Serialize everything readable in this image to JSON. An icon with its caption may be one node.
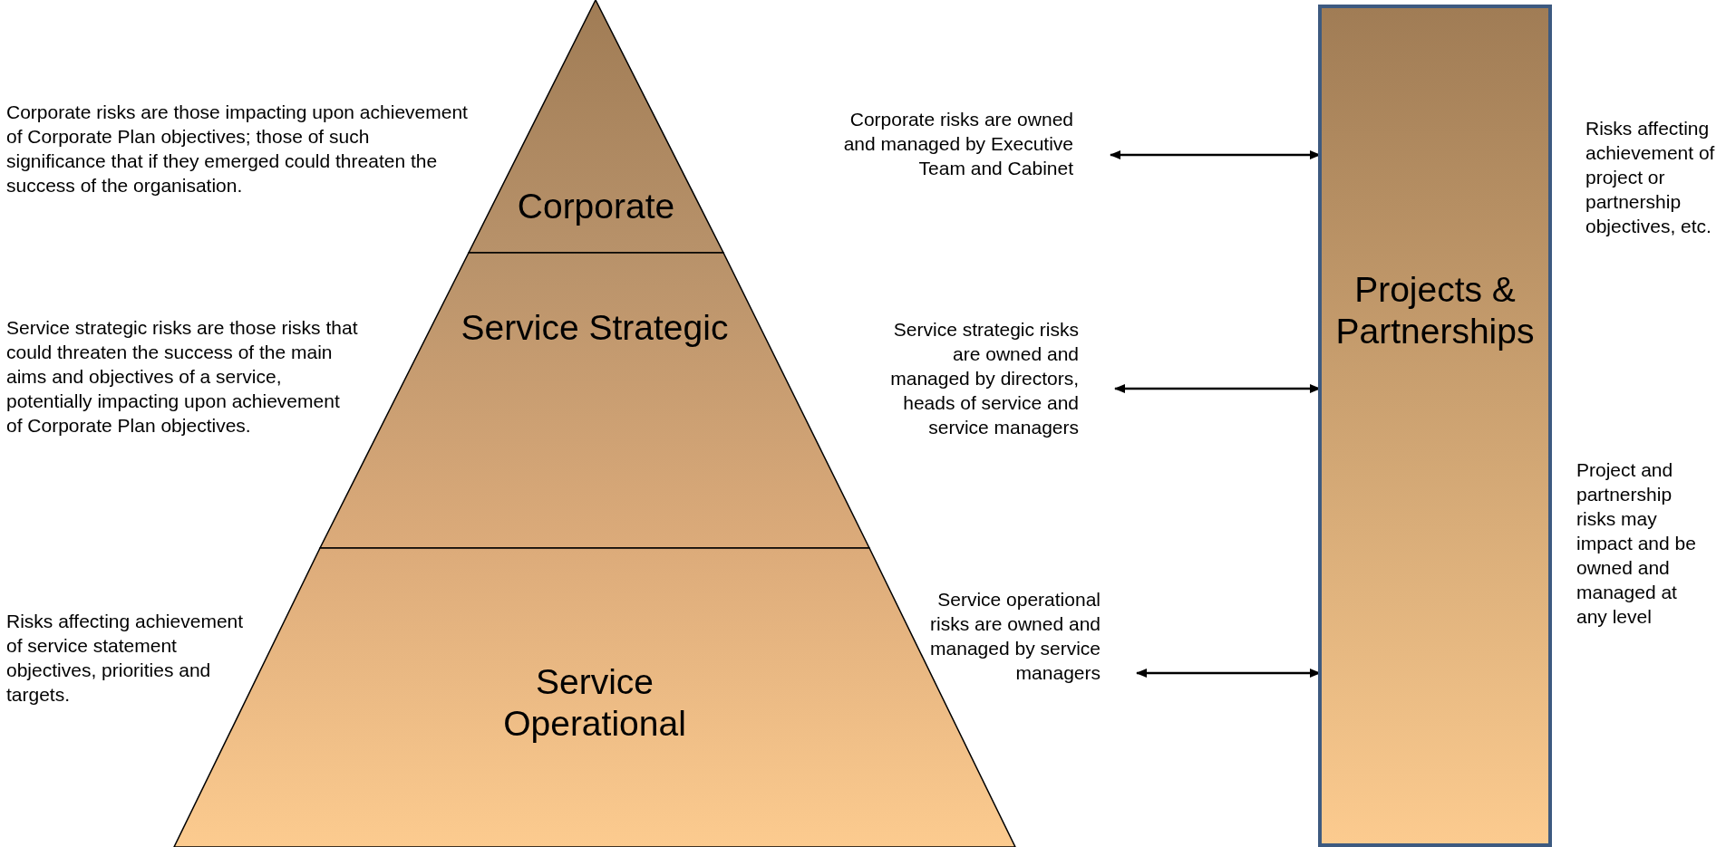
{
  "diagram": {
    "nodes": [
      {
        "text": [
          "Corporate"
        ]
      },
      {
        "text": [
          "Service Strategic"
        ]
      },
      {
        "text": [
          "Service Operational"
        ]
      },
      {
        "text": [
          "Projects & Partnerships"
        ]
      },
      {
        "text": [
          "Corporate risks are owned and managed by Executive Team and Cabinet"
        ]
      },
      {
        "text": [
          "Service strategic risks are owned and managed by directors, heads of service and service managers"
        ]
      },
      {
        "text": [
          "Service operational risks are owned and managed by service managers"
        ]
      }
    ],
    "edges": [
      {
        "from": 4,
        "to": 3,
        "arrow": "both"
      },
      {
        "from": 5,
        "to": 3,
        "arrow": "both"
      },
      {
        "from": 6,
        "to": 3,
        "arrow": "both"
      }
    ],
    "labels": [
      "Corporate risks are those impacting upon achievement of Corporate Plan objectives; those of such significance that if they emerged could threaten the success of the organisation.",
      "Service strategic risks are those risks that could threaten the success of the main aims and objectives of a service, potentially impacting upon achievement of Corporate Plan objectives.",
      "Risks affecting achievement of service statement objectives, priorities and targets.",
      "Risks affecting achievement of project or partnership objectives, etc.",
      "Project and partnership risks may impact and be owned and managed at any level"
    ]
  }
}
